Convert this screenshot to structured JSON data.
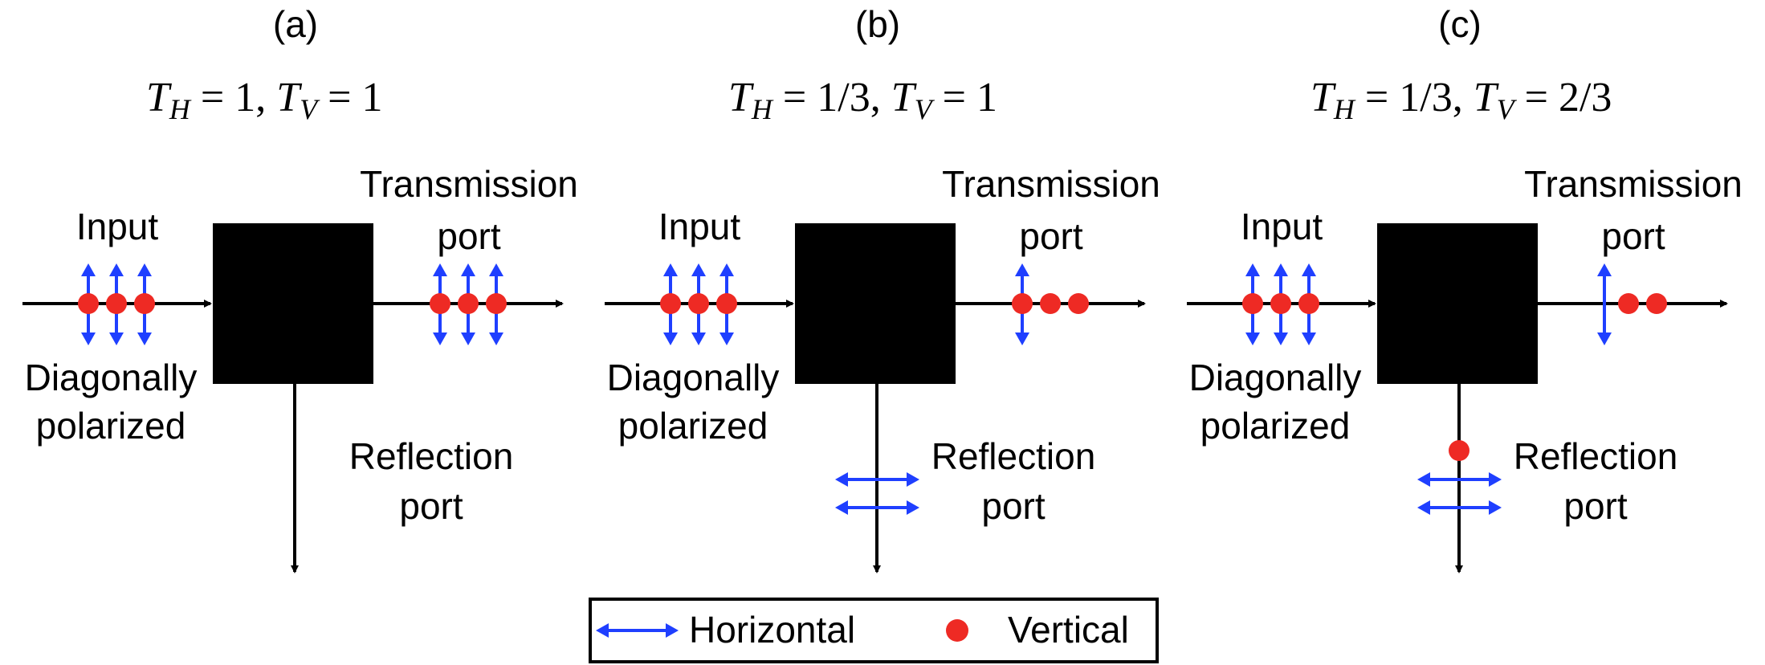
{
  "colors": {
    "horizontal": "#1f3fff",
    "vertical": "#ee2a24",
    "box": "#000000",
    "line": "#000000"
  },
  "panels": [
    {
      "tag": "(a)",
      "th_value": "1",
      "tv_value": "1",
      "input_label": "Input",
      "source_label_1": "Diagonally",
      "source_label_2": "polarized",
      "trans_label_1": "Transmission",
      "trans_label_2": "port",
      "refl_label_1": "Reflection",
      "refl_label_2": "port",
      "trans_h_count": 3,
      "trans_v_count": 3,
      "refl_h_count": 0,
      "refl_v_count": 0
    },
    {
      "tag": "(b)",
      "th_value": "1/3",
      "tv_value": "1",
      "input_label": "Input",
      "source_label_1": "Diagonally",
      "source_label_2": "polarized",
      "trans_label_1": "Transmission",
      "trans_label_2": "port",
      "refl_label_1": "Reflection",
      "refl_label_2": "port",
      "trans_h_count": 1,
      "trans_v_count": 3,
      "refl_h_count": 2,
      "refl_v_count": 0
    },
    {
      "tag": "(c)",
      "th_value": "1/3",
      "tv_value": "2/3",
      "input_label": "Input",
      "source_label_1": "Diagonally",
      "source_label_2": "polarized",
      "trans_label_1": "Transmission",
      "trans_label_2": "port",
      "refl_label_1": "Reflection",
      "refl_label_2": "port",
      "trans_h_count": 1,
      "trans_v_count": 2,
      "refl_h_count": 2,
      "refl_v_count": 1
    }
  ],
  "legend": {
    "horizontal_label": "Horizontal",
    "vertical_label": "Vertical"
  }
}
